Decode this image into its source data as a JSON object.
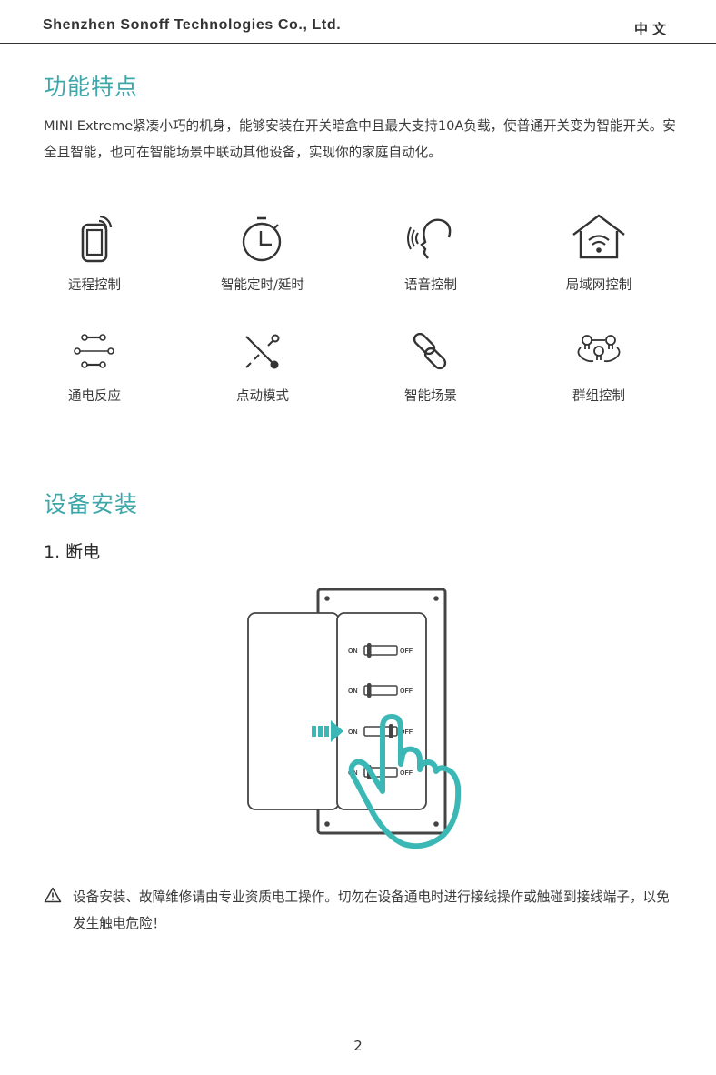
{
  "header": {
    "company": "Shenzhen Sonoff Technologies Co., Ltd.",
    "language": "中文"
  },
  "features_section": {
    "title": "功能特点",
    "description": "MINI   Extreme紧凑小巧的机身，能够安装在开关暗盒中且最大支持10A负载，使普通开关变为智能开关。安全且智能，也可在智能场景中联动其他设备，实现你的家庭自动化。",
    "items": [
      {
        "icon": "phone-remote-icon",
        "label": "远程控制"
      },
      {
        "icon": "stopwatch-icon",
        "label": "智能定时/延时"
      },
      {
        "icon": "voice-head-icon",
        "label": "语音控制"
      },
      {
        "icon": "house-wifi-icon",
        "label": "局域网控制"
      },
      {
        "icon": "power-on-state-icon",
        "label": "通电反应"
      },
      {
        "icon": "inching-switch-icon",
        "label": "点动模式"
      },
      {
        "icon": "chain-link-icon",
        "label": "智能场景"
      },
      {
        "icon": "bulb-group-icon",
        "label": "群组控制"
      }
    ]
  },
  "installation_section": {
    "title": "设备安装",
    "step1": "1. 断电",
    "illustration": {
      "switch_on_label": "ON",
      "switch_off_label": "OFF",
      "accent_color": "#3bb8b6"
    },
    "warning": "设备安装、故障维修请由专业资质电工操作。切勿在设备通电时进行接线操作或触碰到接线端子，以免发生触电危险！"
  },
  "footer": {
    "page_number": "2"
  },
  "colors": {
    "heading": "#3fa7aa",
    "text": "#3a3a3a",
    "accent": "#3bb8b6"
  }
}
